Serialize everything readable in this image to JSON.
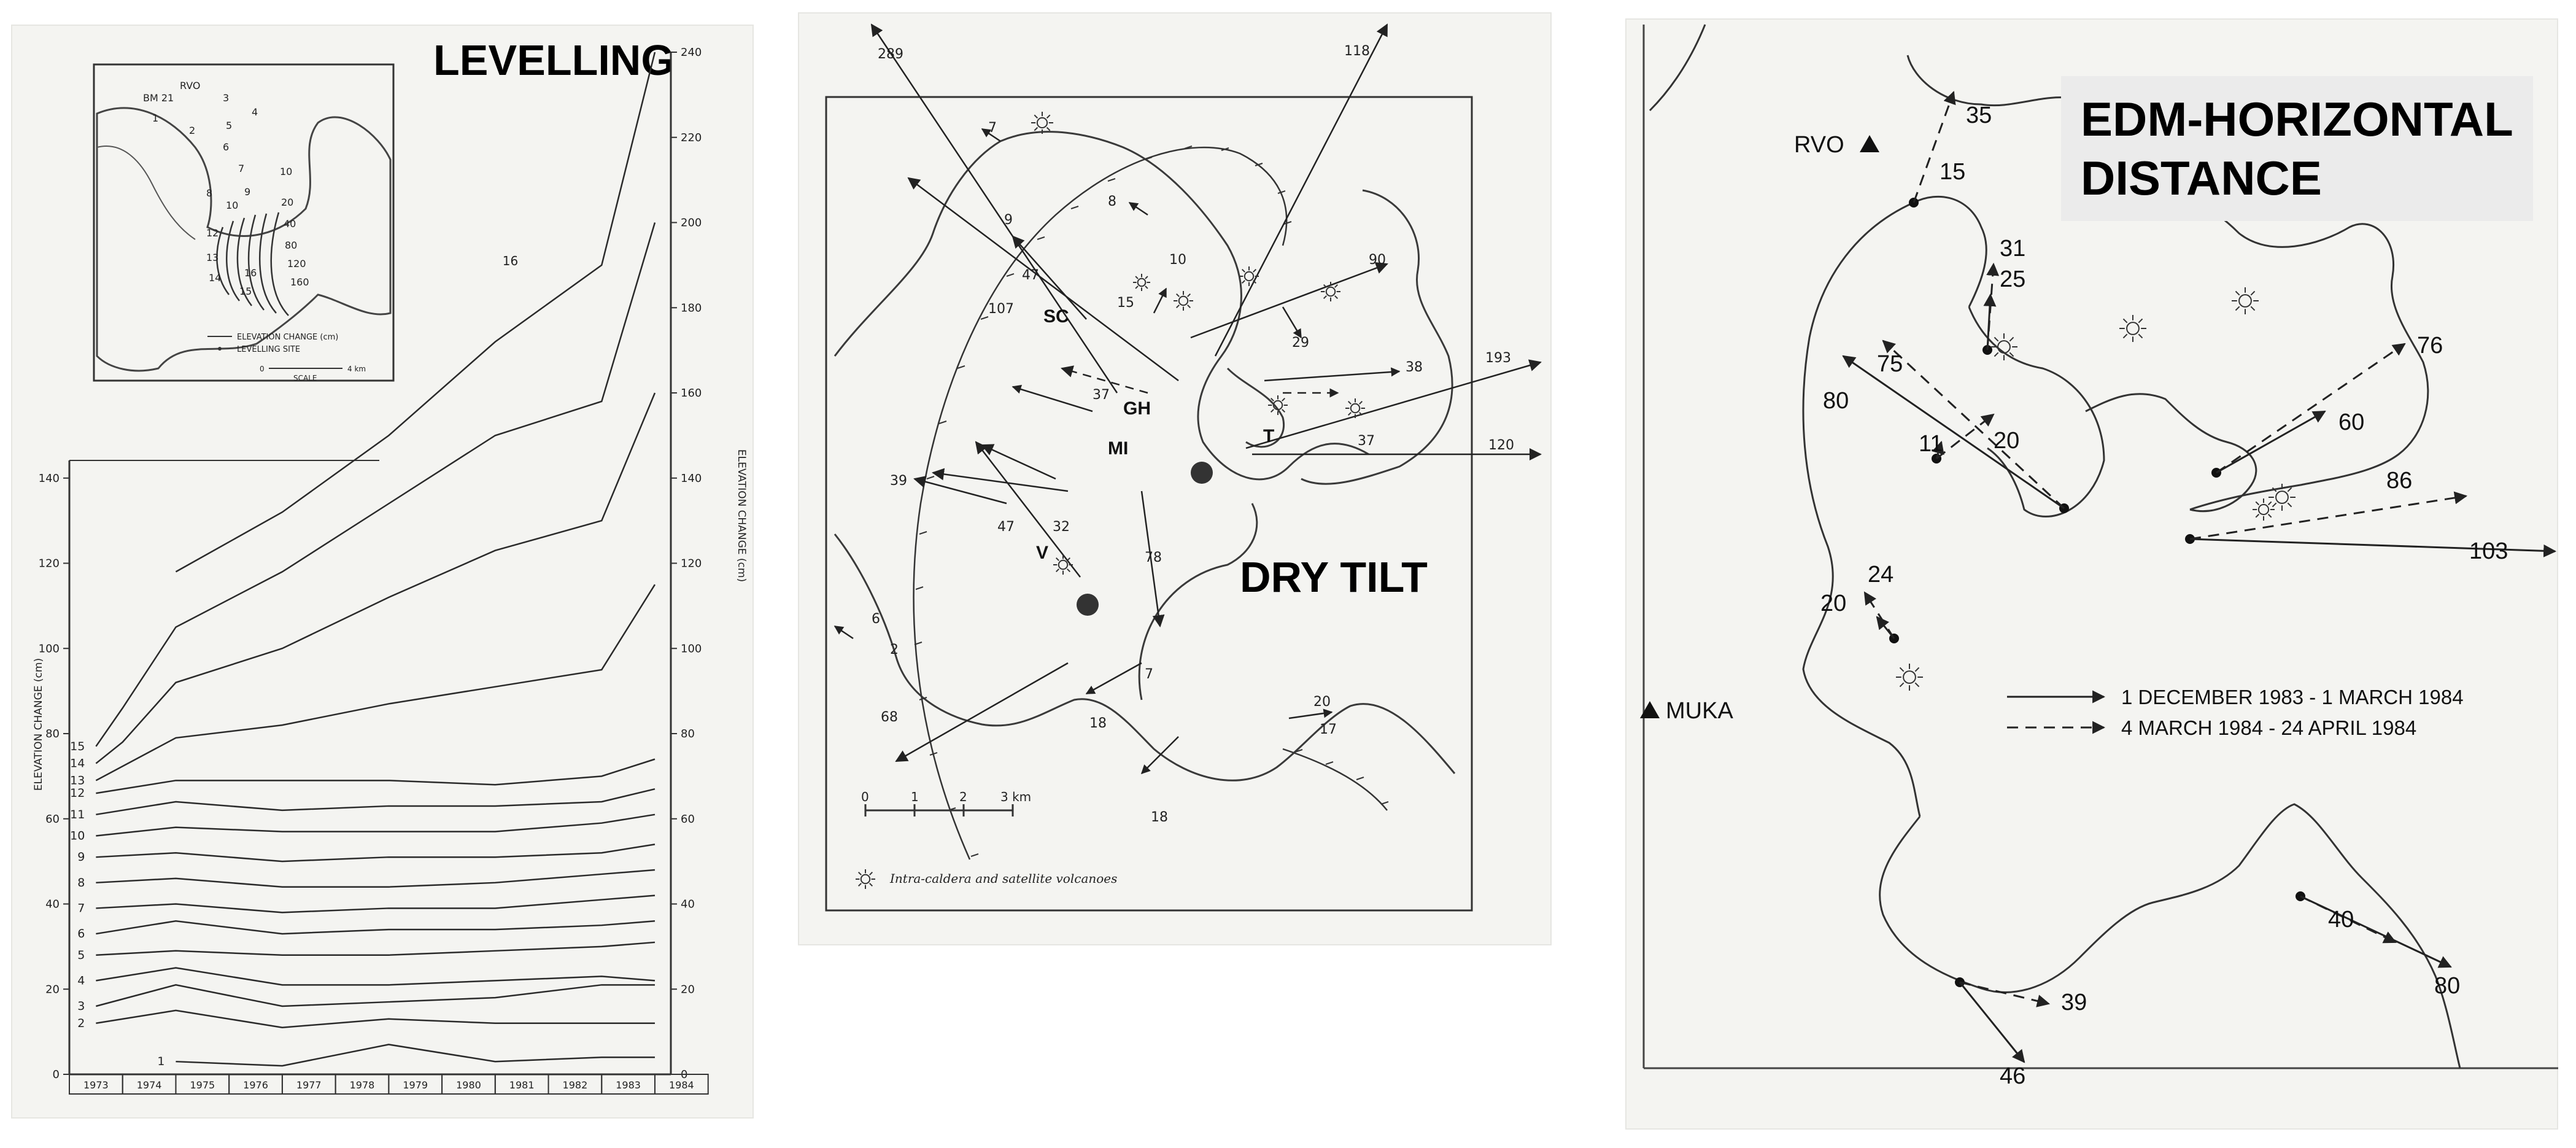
{
  "levelling": {
    "title": "LEVELLING",
    "ylabel_left": "ELEVATION CHANGE (cm)",
    "ylabel_right": "ELEVATION CHANGE (cm)",
    "left_ticks": [
      "0",
      "20",
      "40",
      "60",
      "80",
      "100",
      "120",
      "140"
    ],
    "right_ticks": [
      "0",
      "20",
      "40",
      "60",
      "80",
      "100",
      "120",
      "140",
      "160",
      "180",
      "200",
      "220",
      "240"
    ],
    "years": [
      "1973",
      "1974",
      "1975",
      "1976",
      "1977",
      "1978",
      "1979",
      "1980",
      "1981",
      "1982",
      "1983",
      "1984"
    ],
    "site_labels": [
      "1",
      "2",
      "3",
      "4",
      "5",
      "6",
      "7",
      "8",
      "9",
      "10",
      "11",
      "12",
      "13",
      "14",
      "15"
    ],
    "line16_label": "16",
    "inset": {
      "rvo": "RVO",
      "bm": "BM 21",
      "legend_line": "ELEVATION CHANGE (cm)",
      "legend_site": "LEVELLING SITE",
      "scale_0": "0",
      "scale_label": "SCALE",
      "scale_4": "4 km",
      "contours": [
        "10",
        "20",
        "40",
        "80",
        "120",
        "160"
      ],
      "points": [
        "1",
        "2",
        "3",
        "4",
        "5",
        "6",
        "7",
        "8",
        "9",
        "10",
        "12",
        "13",
        "14",
        "15",
        "16"
      ]
    }
  },
  "dry_tilt": {
    "title": "DRY TILT",
    "vectors": [
      "289",
      "118",
      "7",
      "8",
      "10",
      "9",
      "15",
      "47",
      "107",
      "90",
      "29",
      "38",
      "193",
      "37",
      "37",
      "120",
      "78",
      "39",
      "47",
      "32",
      "6",
      "2",
      "7",
      "68",
      "18",
      "20",
      "17",
      "18"
    ],
    "places": [
      "SC",
      "GH",
      "MI",
      "T",
      "V"
    ],
    "scale": [
      "0",
      "1",
      "2",
      "3 km"
    ],
    "legend": "Intra-caldera and satellite volcanoes"
  },
  "edm": {
    "title_line1": "EDM-HORIZONTAL",
    "title_line2": "DISTANCE",
    "rvo": "RVO",
    "muka": "MUKA",
    "vectors": [
      "35",
      "15",
      "31",
      "25",
      "75",
      "80",
      "20",
      "11",
      "76",
      "60",
      "86",
      "103",
      "24",
      "20",
      "40",
      "80",
      "39",
      "46"
    ],
    "legend_solid": "1 DECEMBER 1983 - 1 MARCH 1984",
    "legend_dashed": "4 MARCH 1984 - 24 APRIL 1984"
  },
  "chart_data": {
    "type": "line",
    "title": "LEVELLING",
    "ylabel": "ELEVATION CHANGE (cm)",
    "x": [
      1973,
      1974,
      1975,
      1976,
      1977,
      1978,
      1979,
      1980,
      1981,
      1982,
      1983,
      1984
    ],
    "ylim": [
      0,
      240
    ],
    "series": [
      {
        "name": "1",
        "x": [
          1975,
          1977,
          1979,
          1981,
          1983,
          1984
        ],
        "values": [
          3,
          2,
          7,
          3,
          4,
          4
        ]
      },
      {
        "name": "2",
        "x": [
          1973.5,
          1975,
          1977,
          1979,
          1981,
          1983,
          1984
        ],
        "values": [
          12,
          15,
          11,
          13,
          12,
          12,
          12
        ]
      },
      {
        "name": "3",
        "x": [
          1973.5,
          1975,
          1977,
          1979,
          1981,
          1983,
          1984
        ],
        "values": [
          16,
          21,
          16,
          17,
          18,
          21,
          21
        ]
      },
      {
        "name": "4",
        "x": [
          1973.5,
          1975,
          1977,
          1979,
          1981,
          1983,
          1984
        ],
        "values": [
          22,
          25,
          21,
          21,
          22,
          23,
          22
        ]
      },
      {
        "name": "5",
        "x": [
          1973.5,
          1975,
          1977,
          1979,
          1981,
          1983,
          1984
        ],
        "values": [
          28,
          29,
          28,
          28,
          29,
          30,
          31
        ]
      },
      {
        "name": "6",
        "x": [
          1973.5,
          1975,
          1977,
          1979,
          1981,
          1983,
          1984
        ],
        "values": [
          33,
          36,
          33,
          34,
          34,
          35,
          36
        ]
      },
      {
        "name": "7",
        "x": [
          1973.5,
          1975,
          1977,
          1979,
          1981,
          1983,
          1984
        ],
        "values": [
          39,
          40,
          38,
          39,
          39,
          41,
          42
        ]
      },
      {
        "name": "8",
        "x": [
          1973.5,
          1975,
          1977,
          1979,
          1981,
          1983,
          1984
        ],
        "values": [
          45,
          46,
          44,
          44,
          45,
          47,
          48
        ]
      },
      {
        "name": "9",
        "x": [
          1973.5,
          1975,
          1977,
          1979,
          1981,
          1983,
          1984
        ],
        "values": [
          51,
          52,
          50,
          51,
          51,
          52,
          54
        ]
      },
      {
        "name": "10",
        "x": [
          1973.5,
          1975,
          1977,
          1979,
          1981,
          1983,
          1984
        ],
        "values": [
          56,
          58,
          57,
          57,
          57,
          59,
          61
        ]
      },
      {
        "name": "11",
        "x": [
          1973.5,
          1975,
          1977,
          1979,
          1981,
          1983,
          1984
        ],
        "values": [
          61,
          64,
          62,
          63,
          63,
          64,
          67
        ]
      },
      {
        "name": "12",
        "x": [
          1973.5,
          1975,
          1977,
          1979,
          1981,
          1983,
          1984
        ],
        "values": [
          66,
          69,
          69,
          69,
          68,
          70,
          74
        ]
      },
      {
        "name": "13",
        "x": [
          1973.5,
          1975,
          1977,
          1979,
          1981,
          1983,
          1984
        ],
        "values": [
          69,
          79,
          82,
          87,
          91,
          95,
          115
        ]
      },
      {
        "name": "14",
        "x": [
          1973.5,
          1974,
          1975,
          1977,
          1979,
          1981,
          1983,
          1984
        ],
        "values": [
          73,
          78,
          92,
          100,
          112,
          123,
          130,
          160
        ]
      },
      {
        "name": "15",
        "x": [
          1973.5,
          1974,
          1975,
          1977,
          1979,
          1981,
          1983,
          1984
        ],
        "values": [
          77,
          86,
          105,
          118,
          134,
          150,
          158,
          200
        ]
      },
      {
        "name": "16",
        "x": [
          1975,
          1977,
          1979,
          1981,
          1983,
          1984
        ],
        "values": [
          118,
          132,
          150,
          172,
          190,
          240
        ]
      }
    ]
  }
}
